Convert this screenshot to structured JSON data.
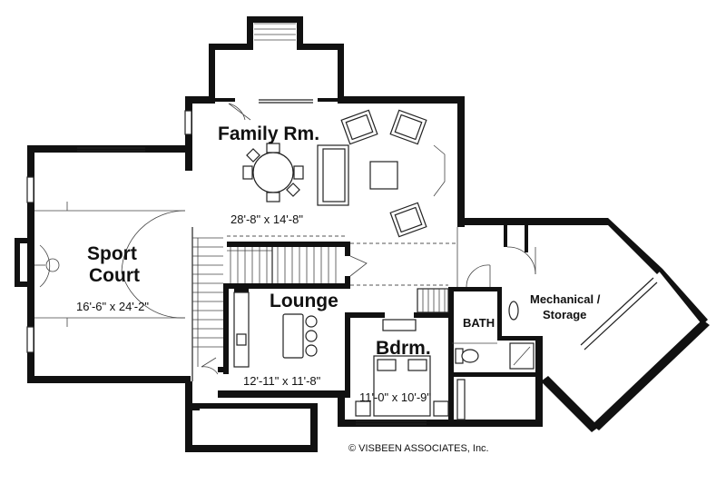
{
  "rooms": {
    "family": {
      "name": "Family Rm.",
      "dims": "28'-8\" x 14'-8\""
    },
    "sport": {
      "name_line1": "Sport",
      "name_line2": "Court",
      "dims": "16'-6\" x 24'-2\""
    },
    "lounge": {
      "name": "Lounge",
      "dims": "12'-11\" x 11'-8\""
    },
    "bedroom": {
      "name": "Bdrm.",
      "dims": "11'-0\" x 10'-9\""
    },
    "bath": {
      "name": "BATH"
    },
    "mechanical": {
      "name_line1": "Mechanical /",
      "name_line2": "Storage"
    }
  },
  "copyright": "© VISBEEN ASSOCIATES, Inc."
}
